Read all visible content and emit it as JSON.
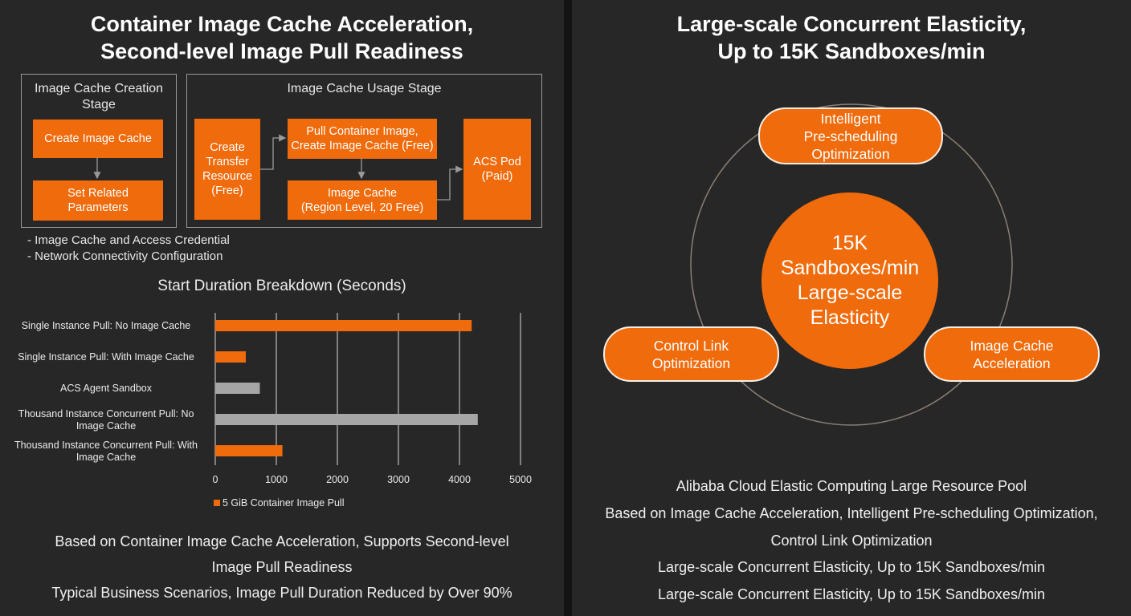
{
  "left": {
    "title_line1": "Container Image Cache Acceleration,",
    "title_line2": "Second-level Image Pull Readiness",
    "creation_stage": {
      "title": "Image Cache Creation\nStage",
      "step1": "Create Image Cache",
      "step2": "Set Related\nParameters"
    },
    "usage_stage": {
      "title": "Image Cache Usage Stage",
      "transfer": "Create\nTransfer\nResource\n(Free)",
      "pull": "Pull Container Image,\nCreate Image Cache (Free)",
      "cache": "Image Cache\n(Region Level, 20 Free)",
      "pod": "ACS Pod\n(Paid)"
    },
    "notes": [
      "- Image Cache and Access Credential",
      "- Network Connectivity Configuration"
    ],
    "captions": [
      "Based on Container Image Cache Acceleration, Supports Second-level",
      "Image Pull Readiness",
      "Typical Business Scenarios, Image Pull Duration Reduced by Over 90%"
    ]
  },
  "chart_data": {
    "type": "bar",
    "orientation": "horizontal",
    "title": "Start Duration Breakdown (Seconds)",
    "categories": [
      "Single Instance Pull: No Image Cache",
      "Single Instance Pull: With Image Cache",
      "ACS Agent Sandbox",
      "Thousand Instance Concurrent Pull: No\nImage Cache",
      "Thousand Instance Concurrent Pull: With\nImage Cache"
    ],
    "values": [
      4200,
      500,
      730,
      4300,
      1100
    ],
    "bar_colors": [
      "#f06b0c",
      "#f06b0c",
      "#a6a6a6",
      "#a6a6a6",
      "#f06b0c"
    ],
    "xlim": [
      0,
      5000
    ],
    "ticks": [
      "0",
      "1000",
      "2000",
      "3000",
      "4000",
      "5000"
    ],
    "grid": "vertical",
    "legend": "5 GiB Container Image Pull",
    "legend_placement": "bottom-left"
  },
  "right": {
    "title_line1": "Large-scale Concurrent Elasticity,",
    "title_line2": "Up to 15K Sandboxes/min",
    "pill_top": "Intelligent\nPre-scheduling\nOptimization",
    "pill_left": "Control Link\nOptimization",
    "pill_right": "Image Cache\nAcceleration",
    "center": "15K\nSandboxes/min\nLarge-scale\nElasticity",
    "captions": [
      "Alibaba Cloud Elastic Computing Large Resource Pool",
      "Based on Image Cache Acceleration, Intelligent Pre-scheduling Optimization,",
      "Control Link Optimization",
      "Large-scale Concurrent Elasticity, Up to 15K Sandboxes/min",
      "Large-scale Concurrent Elasticity, Up to 15K Sandboxes/min"
    ]
  },
  "colors": {
    "accent": "#f06b0c",
    "panel": "#272727",
    "gray_bar": "#a6a6a6"
  }
}
